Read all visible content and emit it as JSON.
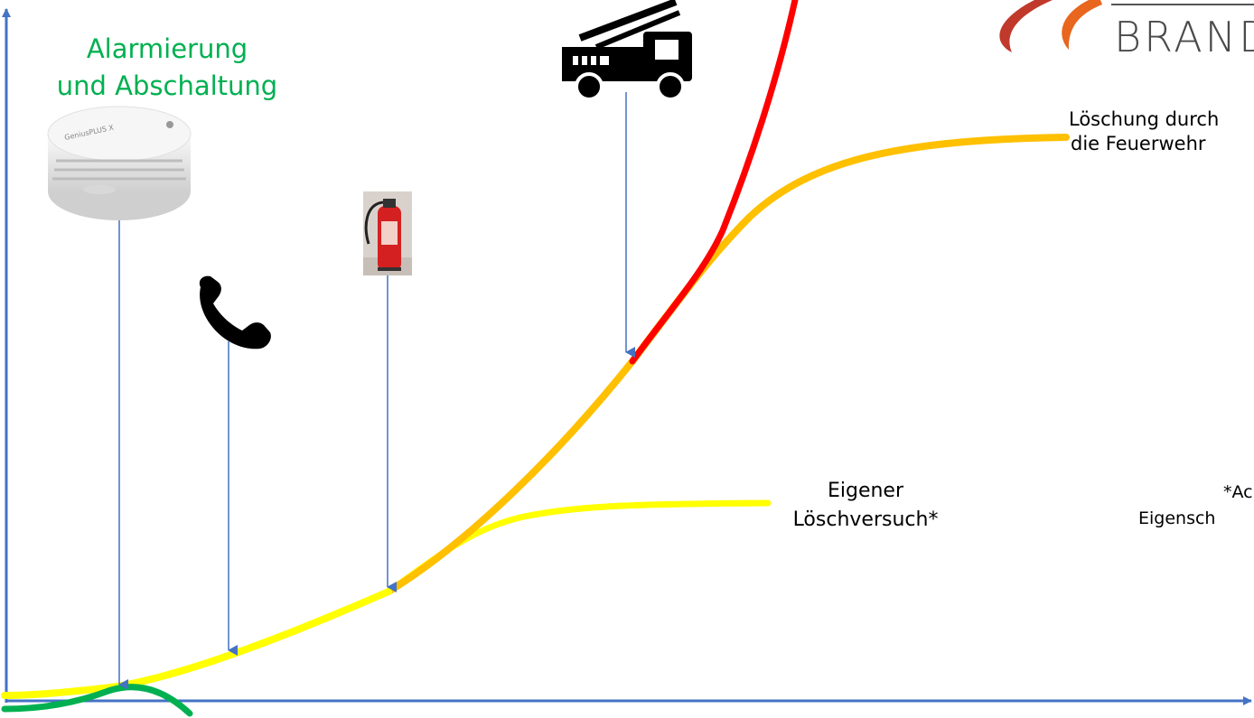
{
  "labels": {
    "alarm_line1": "Alarmierung",
    "alarm_line2": "und Abschaltung",
    "loeschung_line1": "Löschung durch",
    "loeschung_line2": "die Feuerwehr",
    "eigener_line1": "Eigener",
    "eigener_line2": "Löschversuch*",
    "note_line1": "*Ac",
    "note_line2": "Eigensch",
    "brand_text": "BRAND"
  },
  "smoke_detector": {
    "brand_text": "GeniusPLUS X"
  },
  "icons": {
    "smoke_detector": "smoke-detector-icon",
    "phone": "phone-icon",
    "extinguisher": "fire-extinguisher-icon",
    "fire_truck": "fire-truck-icon",
    "logo": "flame-logo-icon"
  },
  "colors": {
    "axis": "#4472c4",
    "green": "#00b050",
    "yellow": "#ffff00",
    "orange": "#ffc000",
    "red": "#ff0000",
    "pointer": "#4472c4"
  }
}
